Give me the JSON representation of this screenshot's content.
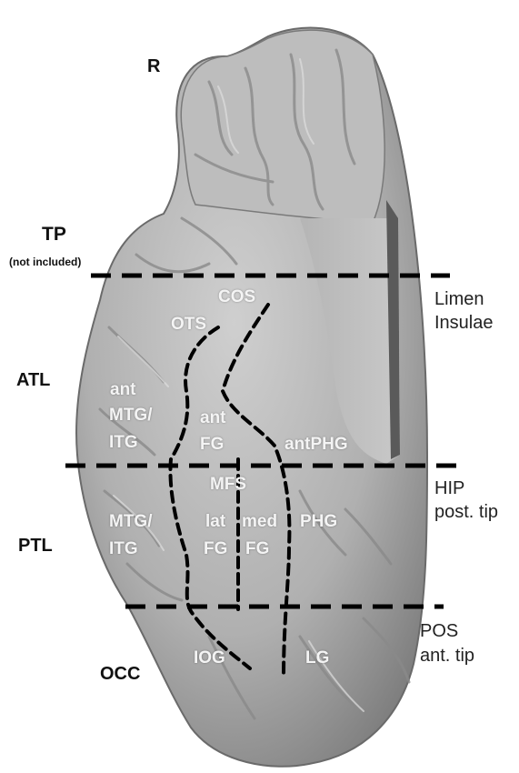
{
  "labels": {
    "right": "R",
    "tp": "TP",
    "tp_note": "(not included)",
    "atl": "ATL",
    "ptl": "PTL",
    "occ": "OCC",
    "limen_line1": "Limen",
    "limen_line2": "Insulae",
    "hip_line1": "HIP",
    "hip_line2": "post. tip",
    "pos_line1": "POS",
    "pos_line2": "ant. tip",
    "cos": "COS",
    "ots": "OTS",
    "ant_mtg_line1": "ant",
    "ant_mtg_line2": "MTG/",
    "ant_mtg_line3": "ITG",
    "ant_fg_line1": "ant",
    "ant_fg_line2": "FG",
    "antphg": "antPHG",
    "mfs": "MFS",
    "mtg_line1": "MTG/",
    "mtg_line2": "ITG",
    "lat_fg_line1": "lat",
    "lat_fg_line2": "FG",
    "med_fg_line1": "med",
    "med_fg_line2": "FG",
    "phg": "PHG",
    "iog": "IOG",
    "lg": "LG"
  },
  "colors": {
    "brain_fill": "#a9a9a9",
    "brain_light": "#c9c9c9",
    "brain_shadow": "#6f6f6f",
    "boundary_lines": "#000000",
    "region_text": "#f4f4f4"
  }
}
